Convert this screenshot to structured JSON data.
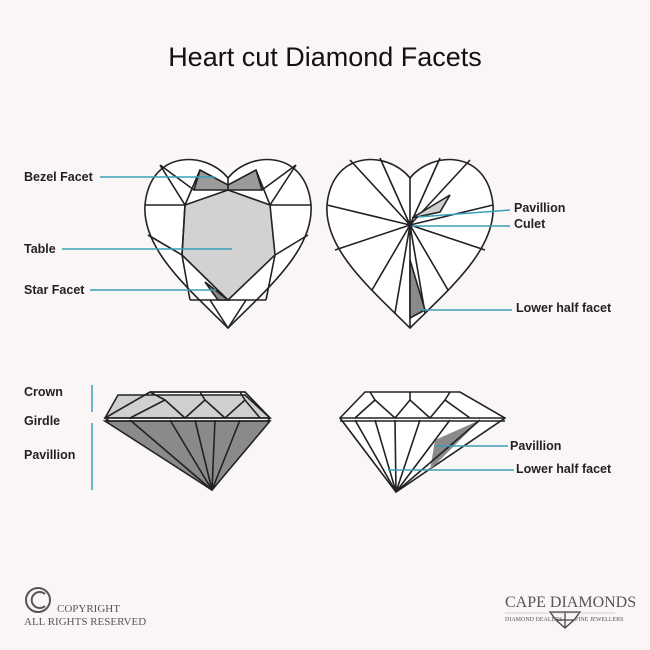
{
  "title": "Heart cut Diamond Facets",
  "labels": {
    "bezel_facet": "Bezel Facet",
    "table": "Table",
    "star_facet": "Star Facet",
    "pavillion_top": "Pavillion",
    "culet": "Culet",
    "lower_half_facet_top": "Lower half facet",
    "crown": "Crown",
    "girdle": "Girdle",
    "pavillion_side_left": "Pavillion",
    "pavillion_side_right": "Pavillion",
    "lower_half_facet_side": "Lower half facet"
  },
  "footer": {
    "copyright_line1": "COPYRIGHT",
    "copyright_line2": "ALL RIGHTS RESERVED",
    "brand": "CAPE DIAMONDS",
    "brand_left": "DIAMOND DEALERS",
    "brand_right": "FINE JEWELLERS"
  },
  "colors": {
    "background": "#fbf6f6",
    "leader_line": "#3aa0b8",
    "facet_shade": "#8a8a8a",
    "table_shade": "#cfcfcf"
  }
}
